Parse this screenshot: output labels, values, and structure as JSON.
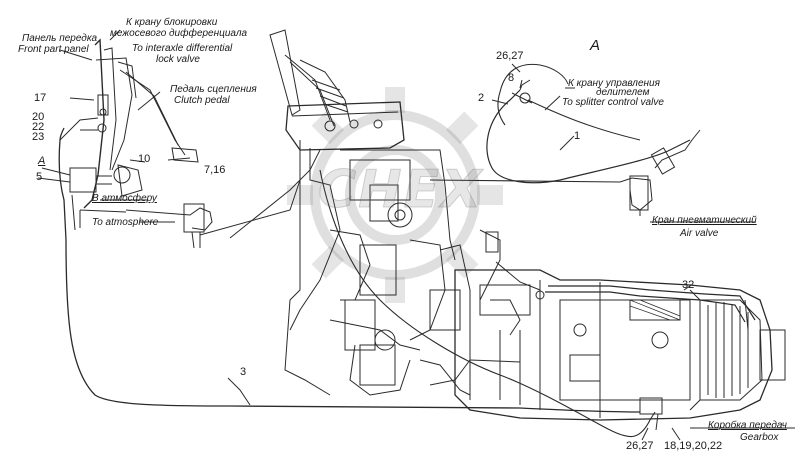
{
  "diagram": {
    "view_label": "A",
    "watermark": "CHEX",
    "callouts": {
      "front_panel_ru": "Панель передка",
      "front_panel_en": "Front part panel",
      "interaxle_ru_1": "К крану блокировки",
      "interaxle_ru_2": "межосевого дифференциала",
      "interaxle_en_1": "To interaxle differential",
      "interaxle_en_2": "lock valve",
      "clutch_ru": "Педаль сцепления",
      "clutch_en": "Clutch pedal",
      "atmosphere_ru": "В атмосферу",
      "atmosphere_en": "To atmosphere",
      "splitter_ru_1": "К крану управления",
      "splitter_ru_2": "делителем",
      "splitter_en": "To splitter control valve",
      "air_valve_ru": "Кран пневматический",
      "air_valve_en": "Air valve",
      "gearbox_ru": "Коробка передач",
      "gearbox_en": "Gearbox"
    },
    "part_numbers": {
      "n17": "17",
      "n20": "20",
      "n22": "22",
      "n23": "23",
      "nA": "A",
      "n5": "5",
      "n10": "10",
      "n7_16": "7,16",
      "n26_27_top": "26,27",
      "n8": "8",
      "n2": "2",
      "n1": "1",
      "n3": "3",
      "n32": "32",
      "n26_27_bottom": "26,27",
      "n18_22": "18,19,20,22"
    },
    "colors": {
      "ink": "#1a1a1a",
      "line": "#2b2b2b",
      "watermark": "#9a9a9a"
    }
  }
}
